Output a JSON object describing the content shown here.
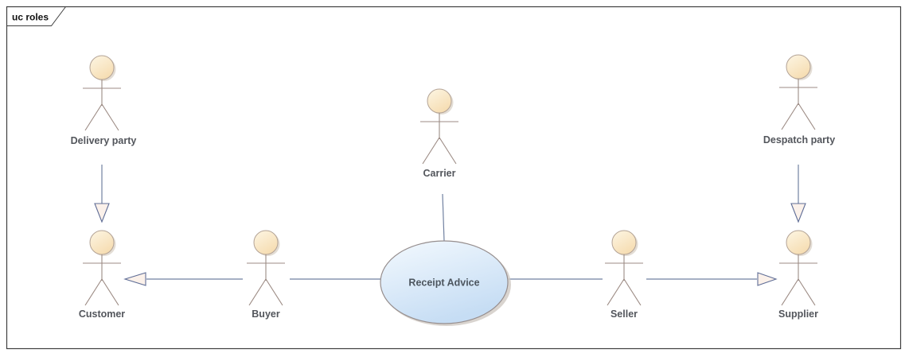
{
  "frame": {
    "label": "uc roles"
  },
  "diagram": {
    "type": "UML use case diagram",
    "use_case": {
      "label": "Receipt Advice"
    },
    "actors": [
      {
        "id": "delivery-party",
        "label": "Delivery party"
      },
      {
        "id": "carrier",
        "label": "Carrier"
      },
      {
        "id": "despatch-party",
        "label": "Despatch party"
      },
      {
        "id": "customer",
        "label": "Customer"
      },
      {
        "id": "buyer",
        "label": "Buyer"
      },
      {
        "id": "seller",
        "label": "Seller"
      },
      {
        "id": "supplier",
        "label": "Supplier"
      }
    ],
    "connectors": [
      {
        "from": "Delivery party",
        "to": "Customer",
        "type": "directed",
        "arrowhead": "open-triangle-down"
      },
      {
        "from": "Despatch party",
        "to": "Supplier",
        "type": "directed",
        "arrowhead": "open-triangle-down"
      },
      {
        "from": "Buyer",
        "to": "Customer",
        "type": "directed",
        "arrowhead": "open-triangle-left"
      },
      {
        "from": "Seller",
        "to": "Supplier",
        "type": "directed",
        "arrowhead": "open-triangle-right"
      },
      {
        "from": "Carrier",
        "to": "Receipt Advice",
        "type": "association"
      },
      {
        "from": "Buyer",
        "to": "Receipt Advice",
        "type": "association"
      },
      {
        "from": "Seller",
        "to": "Receipt Advice",
        "type": "association"
      }
    ]
  },
  "colors": {
    "background": "#ffffff",
    "frame_border": "#3f3f3f",
    "frame_label_text": "#111111",
    "actor_head_light": "#fdf6e4",
    "actor_head_dark": "#f6ddb2",
    "actor_head_stroke": "#b3a396",
    "actor_stick": "#9c8b84",
    "actor_shadow": "#d9d1c7",
    "label_text": "#53565c",
    "connector": "#7181a1",
    "arrowhead_fill": "#fbf1ea",
    "arrowhead_stroke": "#5f6d96",
    "use_case_fill_light": "#f3f9fe",
    "use_case_fill_dark": "#c6ddf4",
    "use_case_stroke": "#968e8e",
    "use_case_shadow": "#cfc9c3",
    "use_case_text": "#4d565f"
  }
}
